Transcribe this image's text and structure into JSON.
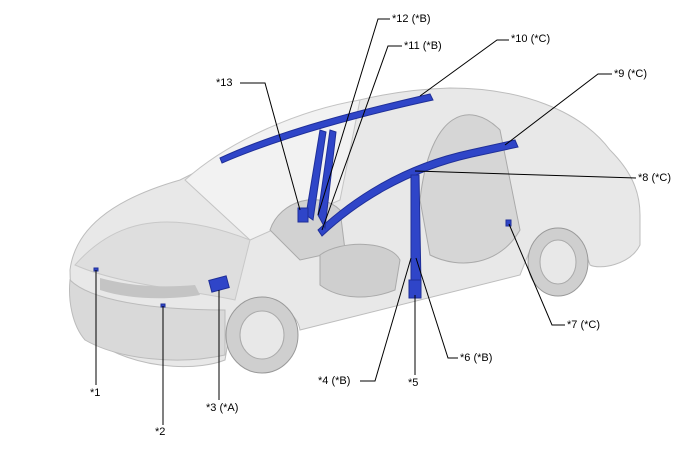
{
  "labels": {
    "l1": "*1",
    "l2": "*2",
    "l3": "*3 (*A)",
    "l4": "*4 (*B)",
    "l5": "*5",
    "l6": "*6 (*B)",
    "l7": "*7 (*C)",
    "l8": "*8 (*C)",
    "l9": "*9 (*C)",
    "l10": "*10 (*C)",
    "l11": "*11 (*B)",
    "l12": "*12 (*B)",
    "l13": "*13"
  },
  "colors": {
    "component": "#2f45c8",
    "car_body": "#e6e6e6",
    "leader": "#000000"
  }
}
